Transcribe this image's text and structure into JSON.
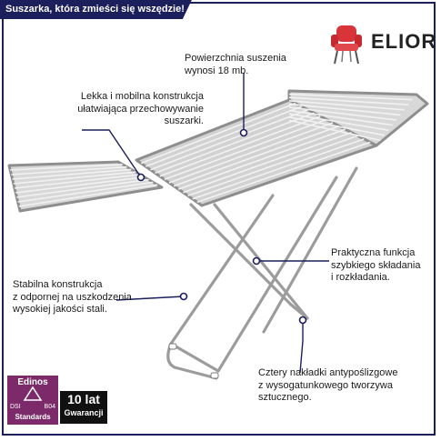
{
  "banner": {
    "text": "Suszarka, która zmieści się wszędzie!"
  },
  "brand": {
    "name": "ELIOR"
  },
  "annotations": [
    {
      "text": "Powierzchnia suszenia\nwynosi 18 mb."
    },
    {
      "text": "Lekka i mobilna konstrukcja\nułatwiająca przechowywanie\nsuszarki."
    },
    {
      "text": "Praktyczna funkcja\nszybkiego składania\ni rozkładania."
    },
    {
      "text": "Stabilna konstrukcja\nz odpornej na uszkodzenia\nwysokiej jakości stali."
    },
    {
      "text": "Cztery nakładki antypoślizgowe\nz wysogatunkowego tworzywa\nsztucznego."
    }
  ],
  "badges": {
    "edinos": {
      "title": "Edinos",
      "left": "DSI",
      "right": "B04",
      "label": "Standards"
    },
    "warranty": {
      "big": "10 lat",
      "small": "Gwarancji"
    }
  },
  "colors": {
    "banner": "#1b1f5c",
    "frame_metal": "#9a9a9a",
    "edinos": "#7c2a6a",
    "chair": "#d9343a"
  }
}
